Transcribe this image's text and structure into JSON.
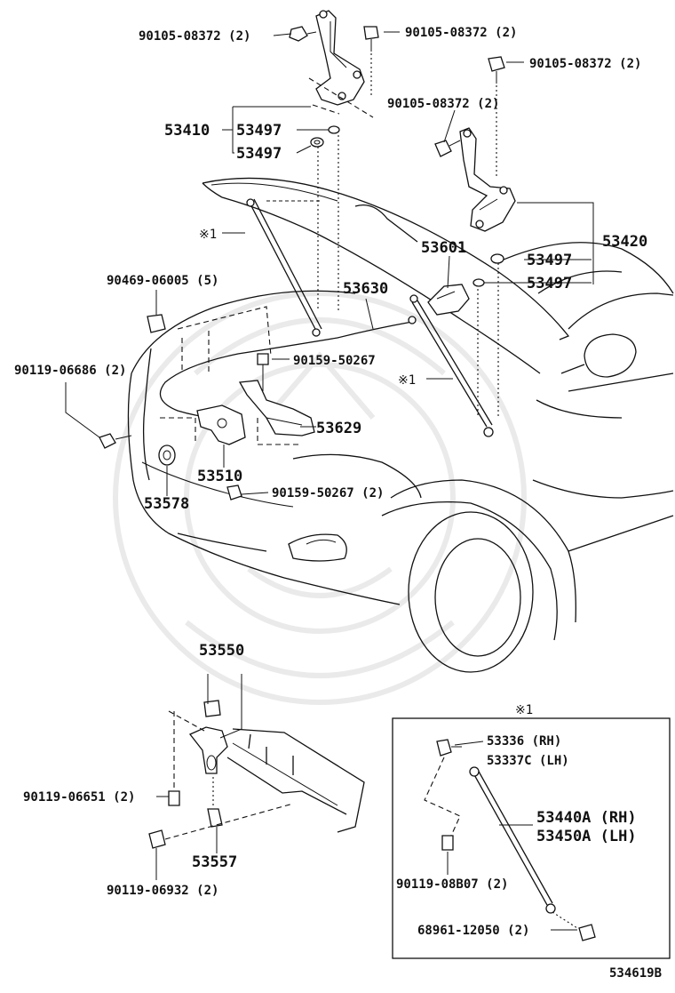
{
  "diagram_id": "534619B",
  "inset": {
    "marker": "※1"
  },
  "callouts": {
    "a1": "90105-08372 (2)",
    "a2": "90105-08372 (2)",
    "a3": "90105-08372 (2)",
    "a4": "90105-08372 (2)",
    "b1": "53410",
    "b2": "53497",
    "b3": "53497",
    "c1": "53420",
    "c2": "53497",
    "c3": "53497",
    "d1": "53601",
    "d2": "53630",
    "e1": "90469-06005 (5)",
    "e2": "90119-06686 (2)",
    "e3": "90159-50267",
    "e4": "53629",
    "e5": "53510",
    "e6": "53578",
    "e7": "90159-50267 (2)",
    "m1": "※1",
    "m2": "※1",
    "f1": "53550",
    "f2": "90119-06651 (2)",
    "f3": "53557",
    "f4": "90119-06932 (2)",
    "g1": "53336 (RH)",
    "g2": "53337C (LH)",
    "g3": "53440A (RH)",
    "g4": "53450A (LH)",
    "g5": "90119-08B07 (2)",
    "g6": "68961-12050 (2)"
  }
}
